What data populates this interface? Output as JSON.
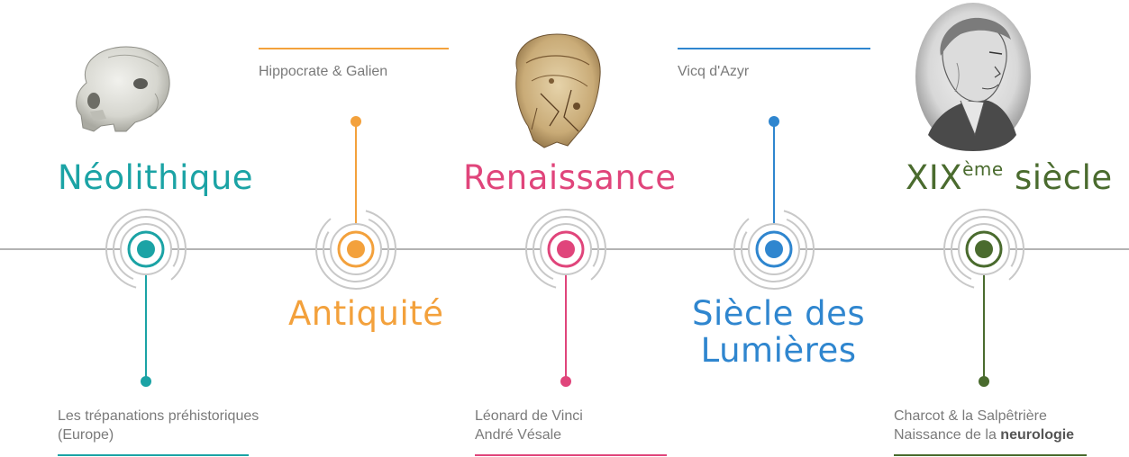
{
  "colors": {
    "axis": "#b3b3b3",
    "ring": "#c8c8c8",
    "neolithique": "#1ba3a5",
    "antiquite": "#f3a13c",
    "renaissance": "#e0457b",
    "lumieres": "#2f86cf",
    "xix": "#4a6b2e",
    "note_text": "#7a7a7a"
  },
  "eras": [
    {
      "key": "neolithique",
      "label": "Néolithique",
      "marker_side": "bottom",
      "note_lines": [
        "Les trépanations préhistoriques",
        "(Europe)"
      ],
      "image": "skull-icon"
    },
    {
      "key": "antiquite",
      "label": "Antiquité",
      "marker_side": "top",
      "note_lines": [
        "Hippocrate & Galien"
      ],
      "image": null
    },
    {
      "key": "renaissance",
      "label": "Renaissance",
      "marker_side": "bottom",
      "note_lines": [
        "Léonard de Vinci",
        "André Vésale"
      ],
      "image": "anatomical-skull-icon"
    },
    {
      "key": "lumieres",
      "label_lines": [
        "Siècle des",
        "Lumières"
      ],
      "marker_side": "top",
      "note_lines": [
        "Vicq d'Azyr"
      ],
      "image": null
    },
    {
      "key": "xix",
      "label_prefix": "XIX",
      "label_sup": "ème",
      "label_suffix": " siècle",
      "marker_side": "bottom",
      "note_line1": "Charcot & la Salpêtrière",
      "note_line2_prefix": "Naissance de la ",
      "note_line2_bold": "neurologie",
      "image": "portrait-icon"
    }
  ]
}
